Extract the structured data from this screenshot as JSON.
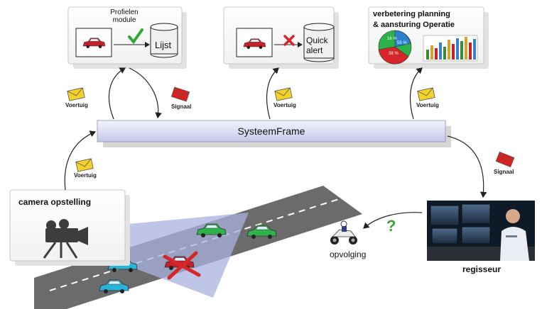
{
  "modules": [
    {
      "title": "Profielen module",
      "db_label": "Lijst"
    },
    {
      "db_label": "Quick alert"
    },
    {
      "title_line1": "verbetering planning",
      "title_line2": "& aansturing Operatie",
      "pie_labels": [
        "16 %",
        "55 %",
        "38 %"
      ]
    }
  ],
  "systeemframe": {
    "label": "SysteemFrame"
  },
  "envelopes": {
    "voertuig": "Voertuig",
    "signaal": "Signaal"
  },
  "camera": {
    "label": "camera opstelling"
  },
  "opvolging": {
    "label": "opvolging"
  },
  "regisseur": {
    "label": "regisseur"
  },
  "question_mark": "?",
  "colors": {
    "frame_fill_top": "#eef0fb",
    "frame_fill_bottom": "#c9cdea",
    "envelope_yellow": "#f2d12b",
    "envelope_red": "#d9201e",
    "road": "#6e6e6e",
    "beam": "#aeb4dc",
    "car_green": "#2fb24a",
    "car_cyan": "#29b3d6",
    "car_red": "#c8202a",
    "question_green": "#3aa63a"
  }
}
